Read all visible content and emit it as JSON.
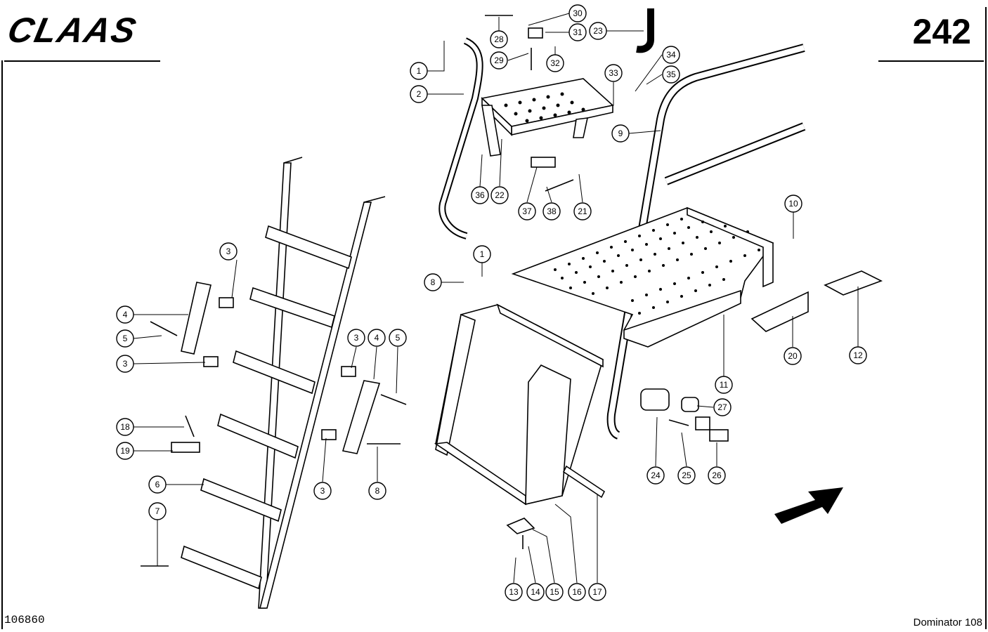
{
  "header": {
    "brand": "CLAAS",
    "page_number": "242"
  },
  "footer": {
    "document_number": "106860",
    "model": "Dominator 108"
  },
  "callouts": [
    "1",
    "2",
    "3",
    "4",
    "5",
    "6",
    "7",
    "8",
    "9",
    "10",
    "11",
    "12",
    "13",
    "14",
    "15",
    "16",
    "17",
    "18",
    "19",
    "20",
    "21",
    "22",
    "23",
    "24",
    "25",
    "26",
    "27",
    "28",
    "29",
    "30",
    "31",
    "32",
    "33",
    "34",
    "35",
    "36",
    "37",
    "38"
  ],
  "icons": {
    "direction_arrow": "arrow-icon"
  }
}
